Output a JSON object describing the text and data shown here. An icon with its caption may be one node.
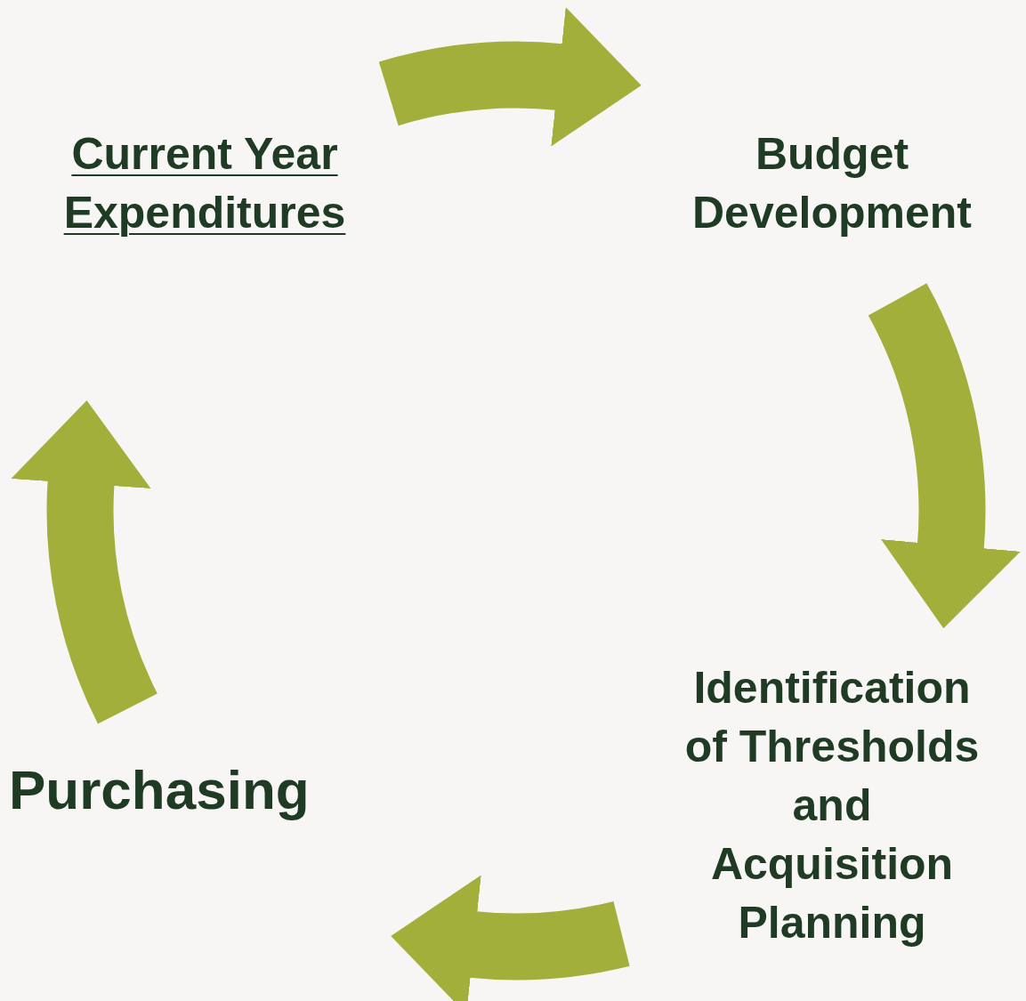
{
  "diagram": {
    "nodes": [
      {
        "text": [
          "Current Year Expenditures"
        ]
      },
      {
        "text": [
          "Budget Development"
        ]
      },
      {
        "text": [
          "Identification of Thresholds and Acquisition Planning"
        ]
      },
      {
        "text": [
          "Purchasing"
        ]
      }
    ],
    "edges": [
      {
        "from": 0,
        "to": 1,
        "arrow": "to"
      },
      {
        "from": 1,
        "to": 2,
        "arrow": "to"
      },
      {
        "from": 2,
        "to": 3,
        "arrow": "to"
      },
      {
        "from": 3,
        "to": 0,
        "arrow": "to"
      }
    ]
  }
}
